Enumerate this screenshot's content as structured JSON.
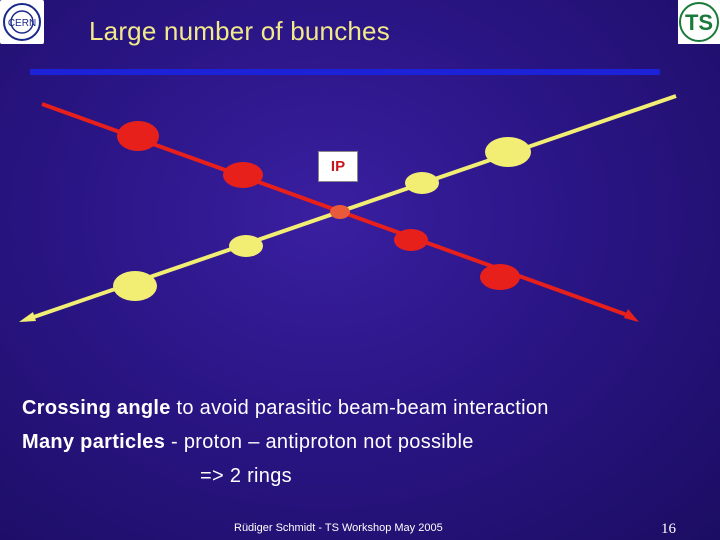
{
  "slide": {
    "title": "Large number of bunches",
    "ip_label": "IP",
    "text": {
      "line1_bold": "Crossing angle",
      "line1_rest": " to avoid parasitic beam-beam interaction",
      "line2_bold": "Many particles",
      "line2_rest": " - proton – antiproton not possible",
      "line3": "=> 2 rings"
    },
    "footer": "Rüdiger Schmidt - TS Workshop May 2005",
    "page_number": "16",
    "logos": {
      "left": "CERN",
      "right": "TS"
    }
  },
  "colors": {
    "red_beam": "#e8201c",
    "yellow_beam": "#f2ee74",
    "title": "#f2e98a",
    "rule": "#1b22d8"
  }
}
